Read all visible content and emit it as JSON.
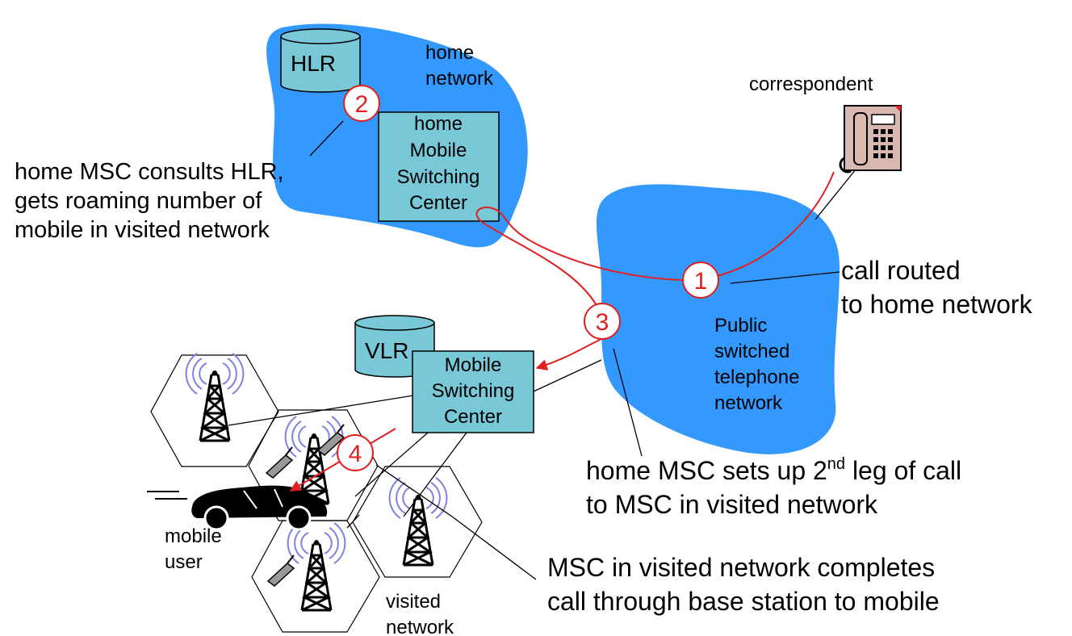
{
  "nodes": {
    "hlr": "HLR",
    "vlr": "VLR",
    "home_network": [
      "home",
      "network"
    ],
    "home_msc": [
      "home",
      "Mobile",
      "Switching",
      "Center"
    ],
    "visited_msc": [
      "Mobile",
      "Switching",
      "Center"
    ],
    "pstn": [
      "Public",
      "switched",
      "telephone",
      "network"
    ],
    "correspondent": "correspondent",
    "mobile_user": [
      "mobile",
      "user"
    ],
    "visited_network": [
      "visited",
      "network"
    ]
  },
  "steps": [
    {
      "number": "1",
      "text": [
        "call routed",
        "to home network"
      ]
    },
    {
      "number": "2",
      "text": [
        "home MSC consults HLR,",
        "gets roaming number of",
        "mobile in visited network"
      ]
    },
    {
      "number": "3",
      "text": [
        "home MSC sets up 2",
        "nd",
        " leg of call",
        "to MSC in visited network"
      ]
    },
    {
      "number": "4",
      "text": [
        "MSC in visited network completes",
        "call through base station to mobile"
      ]
    }
  ],
  "colors": {
    "cloud": "#3399ff",
    "box": "#78c8d8",
    "call_path": "#e02020",
    "tower": "#8080e0"
  }
}
